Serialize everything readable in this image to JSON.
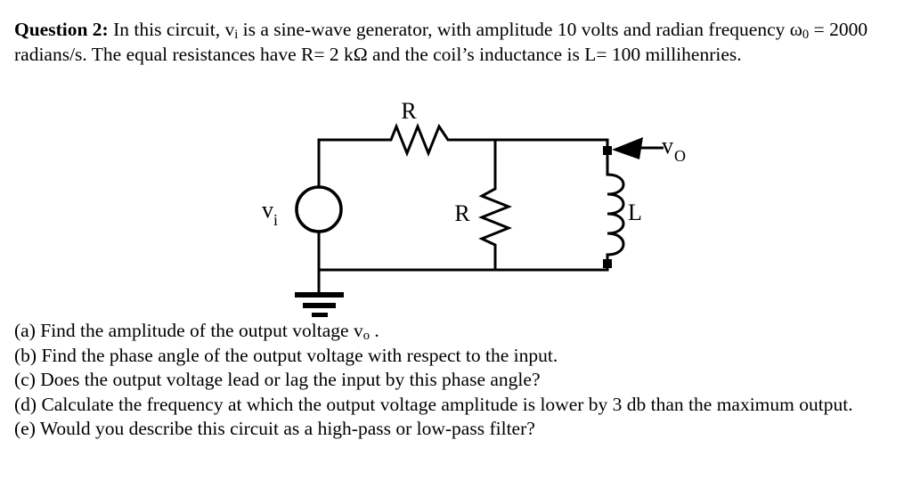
{
  "document": {
    "question_label": "Question 2:",
    "statement_parts": {
      "p1": " In this circuit, ",
      "vi_base": "v",
      "vi_sub": "i",
      "p2": " is a sine-wave generator, with amplitude 10 volts and radian frequency ",
      "omega_base": "ω",
      "omega_sub": "0",
      "p3": " = 2000 radians/s. The equal resistances have R= 2 kΩ and the coil’s inductance is L= 100  millihenries."
    }
  },
  "circuit": {
    "source_label_base": "v",
    "source_label_sub": "i",
    "series_resistor_label": "R",
    "shunt_resistor_label": "R",
    "inductor_label": "L",
    "output_label_base": "v",
    "output_label_sub": "O",
    "ground_symbol": "ground-3-bar",
    "line_color": "#000000",
    "line_width": 3
  },
  "questions": [
    {
      "id": "a",
      "pre": "(a) Find the amplitude of the output voltage ",
      "var_base": "v",
      "var_sub": "o",
      "post": " ."
    },
    {
      "id": "b",
      "pre": "(b) Find the phase angle of the output voltage with respect to the input.",
      "var_base": "",
      "var_sub": "",
      "post": ""
    },
    {
      "id": "c",
      "pre": "(c) Does the output voltage lead or lag the input by this phase angle?",
      "var_base": "",
      "var_sub": "",
      "post": ""
    },
    {
      "id": "d",
      "pre": "(d) Calculate the frequency at which the output voltage amplitude is lower by 3 db than the maximum output.",
      "var_base": "",
      "var_sub": "",
      "post": ""
    },
    {
      "id": "e",
      "pre": "(e) Would you describe this circuit as a high-pass or low-pass filter?",
      "var_base": "",
      "var_sub": "",
      "post": ""
    }
  ]
}
